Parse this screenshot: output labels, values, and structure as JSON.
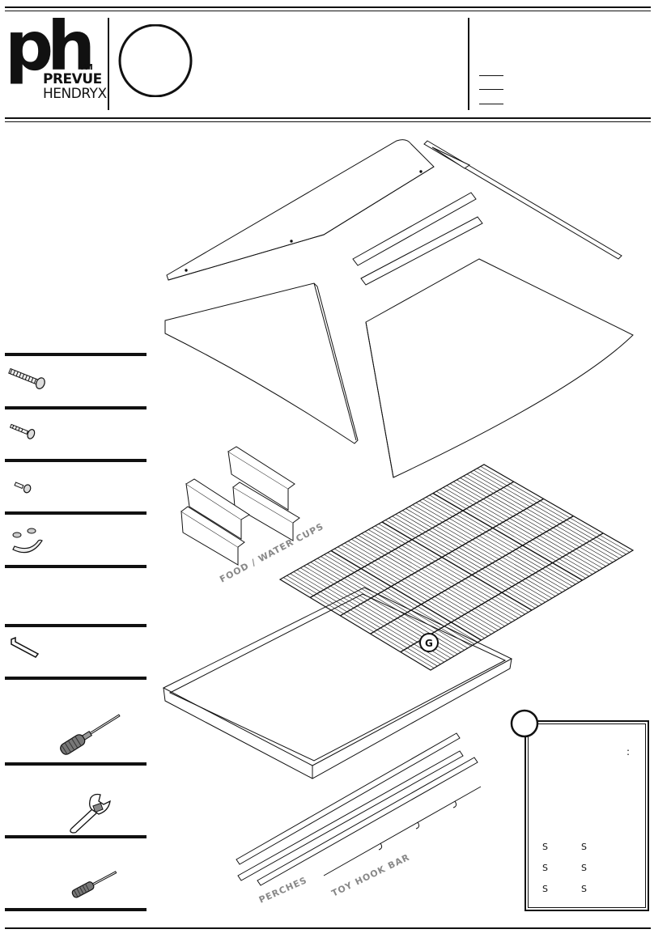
{
  "logo": {
    "mark": "ph",
    "trademark": "TM",
    "brand_line1": "PREVUE",
    "brand_line2": "HENDRYX"
  },
  "labels": {
    "food_water_cups": "FOOD / WATER CUPS",
    "perches": "PERCHES",
    "toy_hook_bar": "TOY HOOK BAR",
    "grate_letter": "G"
  },
  "legend_box": {
    "colon": ":",
    "items": [
      "S",
      "S",
      "S",
      "S",
      "S",
      "S"
    ]
  },
  "icons": {
    "hardware": [
      "long-bolt-icon",
      "short-bolt-icon",
      "small-bolt-icon",
      "handle-icon",
      "allen-key-icon",
      "screwdriver-icon",
      "wrench-icon",
      "small-screwdriver-icon"
    ]
  }
}
